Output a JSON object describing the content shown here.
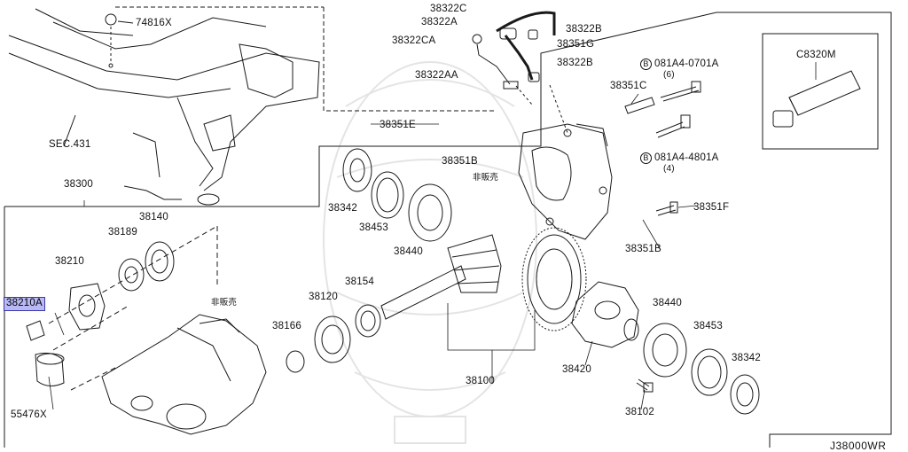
{
  "diagram_code": "J38000WR",
  "not_for_sale_label": "非販売",
  "parts": {
    "p74816X": "74816X",
    "p38322C": "38322C",
    "p38322A": "38322A",
    "p38322CA": "38322CA",
    "p38322B_top": "38322B",
    "p38351G": "38351G",
    "p38322B_mid": "38322B",
    "p38322AA": "38322AA",
    "p081A4_0701A": "081A4-0701A",
    "qty_6": "(6)",
    "p38351C": "38351C",
    "pC8320M": "C8320M",
    "pSEC431": "SEC.431",
    "p38351E": "38351E",
    "p38351B_top": "38351B",
    "p081A4_4801A": "081A4-4801A",
    "qty_4": "(4)",
    "p38351F": "38351F",
    "p38351B_right": "38351B",
    "p38300": "38300",
    "p38342_left": "38342",
    "p38453_left": "38453",
    "p38440_left": "38440",
    "p38140": "38140",
    "p38189": "38189",
    "p38210": "38210",
    "p38210A": "38210A",
    "p55476X": "55476X",
    "p38154": "38154",
    "p38120": "38120",
    "p38166": "38166",
    "p38100": "38100",
    "p38440_right": "38440",
    "p38453_right": "38453",
    "p38342_right": "38342",
    "p38420": "38420",
    "p38102": "38102"
  },
  "circled_b": "B",
  "highlight_color": "#b9b9f5"
}
